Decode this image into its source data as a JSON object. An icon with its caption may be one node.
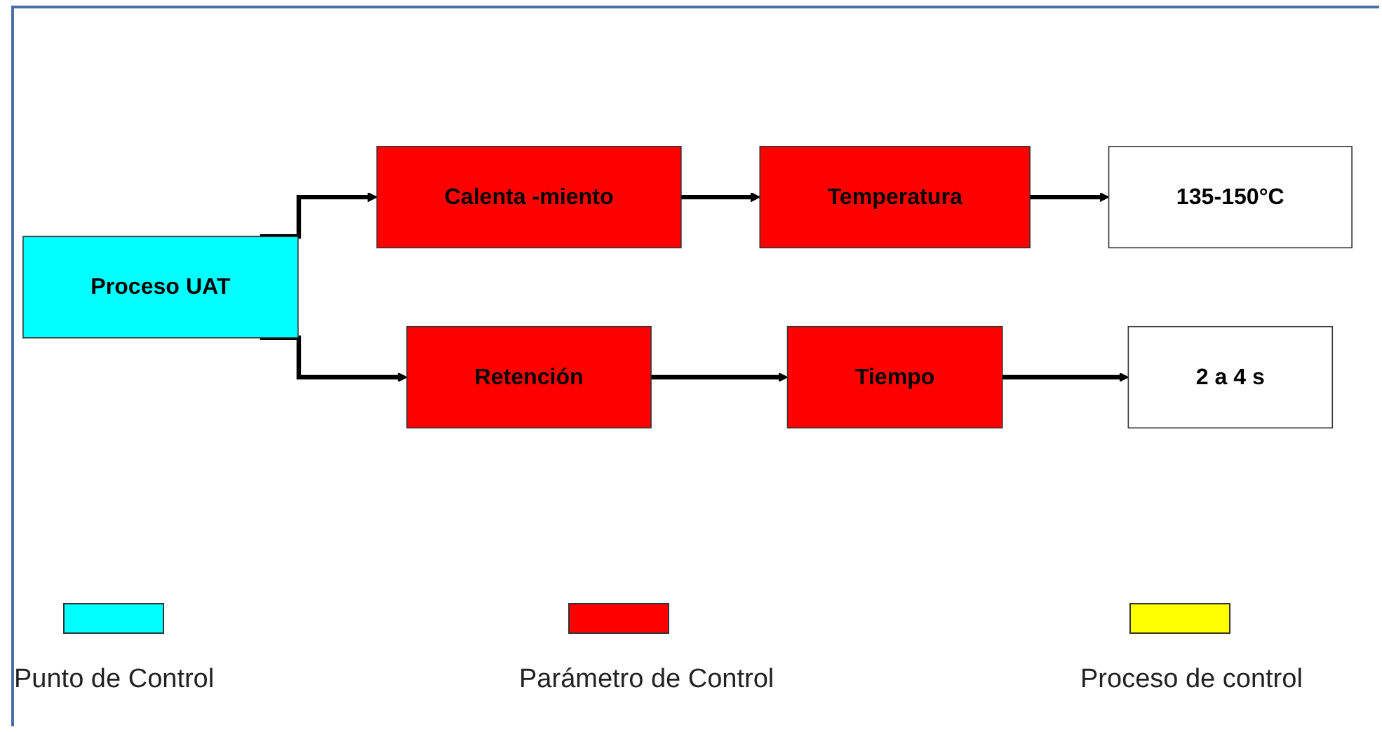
{
  "diagram": {
    "nodes": [
      {
        "text": [
          "Proceso UAT"
        ]
      },
      {
        "text": [
          "Calenta -miento"
        ]
      },
      {
        "text": [
          "Temperatura"
        ]
      },
      {
        "text": [
          "135-150°C"
        ]
      },
      {
        "text": [
          "Retención"
        ]
      },
      {
        "text": [
          "Tiempo"
        ]
      },
      {
        "text": [
          "2 a 4 s"
        ]
      }
    ],
    "edges": [
      {
        "from": 0,
        "to": 1,
        "arrow": "to"
      },
      {
        "from": 0,
        "to": 4,
        "arrow": "to"
      },
      {
        "from": 1,
        "to": 2,
        "arrow": "to"
      },
      {
        "from": 2,
        "to": 3,
        "arrow": "to"
      },
      {
        "from": 4,
        "to": 5,
        "arrow": "to"
      },
      {
        "from": 5,
        "to": 6,
        "arrow": "to"
      }
    ],
    "legend": [
      {
        "text": "Punto de Control",
        "color": "#00ffff"
      },
      {
        "text": "Parámetro de Control",
        "color": "#ff0000"
      },
      {
        "text": "Proceso de control",
        "color": "#ffff00"
      }
    ]
  }
}
